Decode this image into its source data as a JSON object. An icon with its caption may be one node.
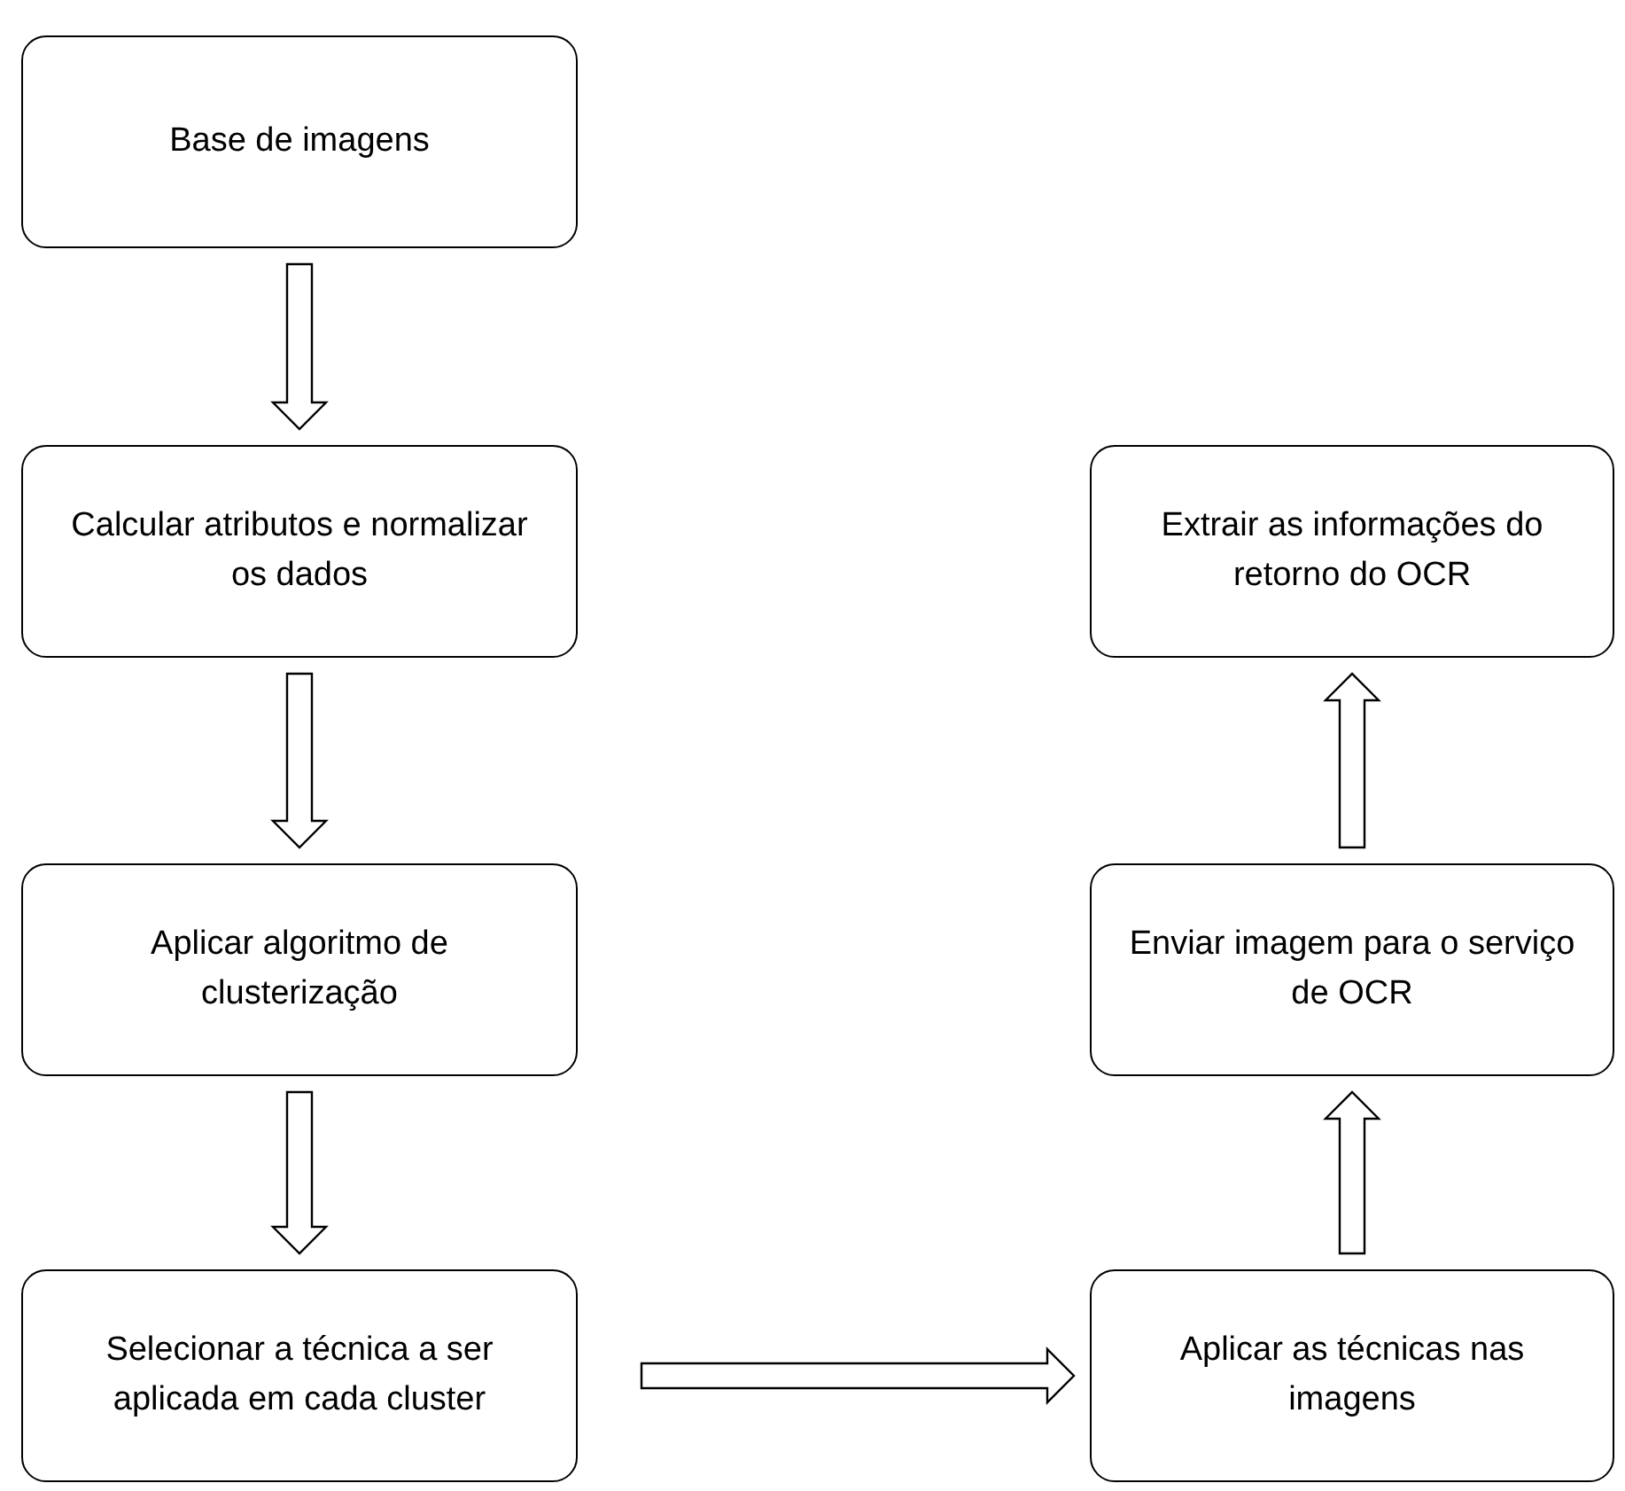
{
  "diagram": {
    "nodes": [
      {
        "text": [
          "Base de imagens"
        ]
      },
      {
        "text": [
          "Calcular atributos e normalizar os dados"
        ]
      },
      {
        "text": [
          "Aplicar algoritmo de clusterização"
        ]
      },
      {
        "text": [
          "Selecionar a técnica a ser aplicada em cada cluster"
        ]
      },
      {
        "text": [
          "Aplicar as técnicas nas imagens"
        ]
      },
      {
        "text": [
          "Enviar imagem para o serviço de OCR"
        ]
      },
      {
        "text": [
          "Extrair as informações do retorno do OCR"
        ]
      }
    ],
    "edges": [
      {
        "from": 0,
        "to": 1,
        "arrow": "to"
      },
      {
        "from": 1,
        "to": 2,
        "arrow": "to"
      },
      {
        "from": 2,
        "to": 3,
        "arrow": "to"
      },
      {
        "from": 3,
        "to": 4,
        "arrow": "to"
      },
      {
        "from": 4,
        "to": 5,
        "arrow": "to"
      },
      {
        "from": 5,
        "to": 6,
        "arrow": "to"
      }
    ]
  }
}
